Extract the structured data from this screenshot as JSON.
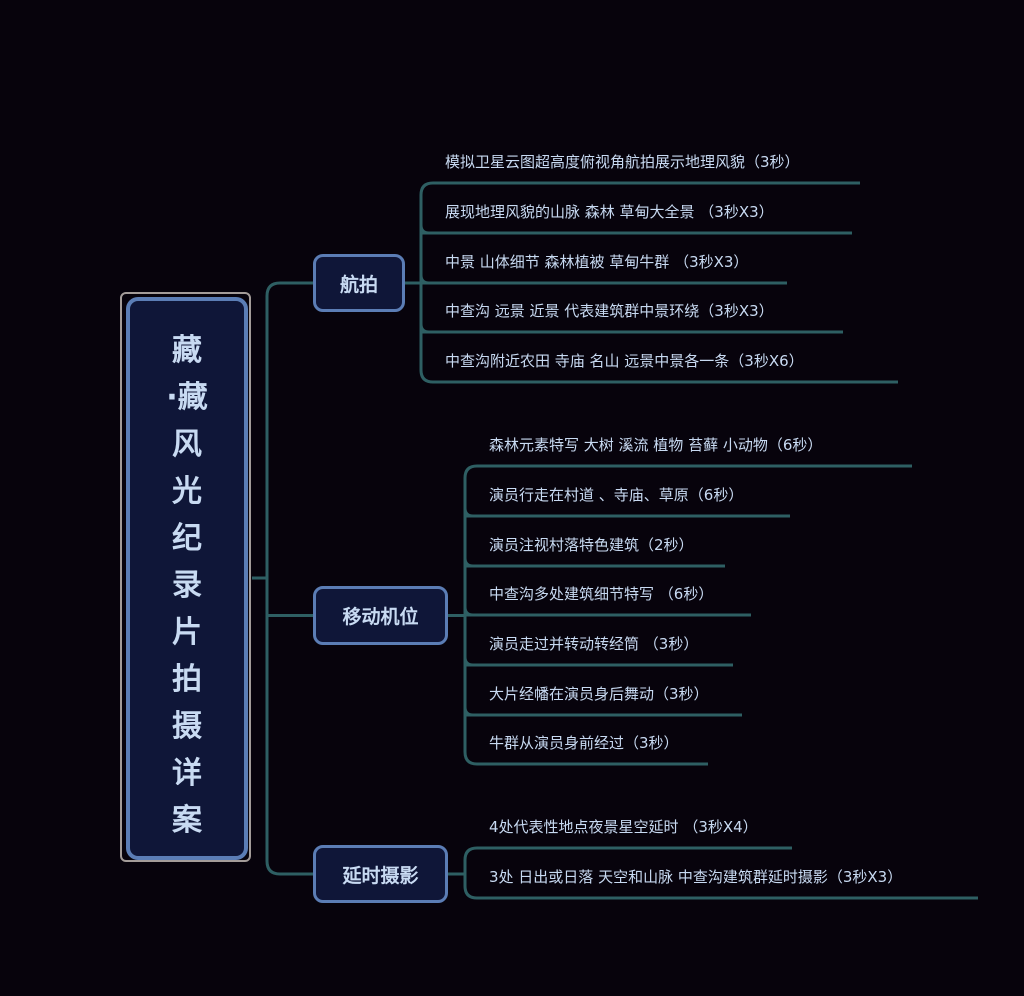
{
  "root": {
    "title_chars": [
      "藏",
      "·藏",
      "风",
      "光",
      "纪",
      "录",
      "片",
      "拍",
      "摄",
      "详",
      "案"
    ]
  },
  "branches": [
    {
      "label": "航拍",
      "items": [
        "模拟卫星云图超高度俯视角航拍展示地理风貌（3秒）",
        "展现地理风貌的山脉 森林 草甸大全景 （3秒X3）",
        "中景 山体细节 森林植被 草甸牛群 （3秒X3）",
        "中查沟 远景 近景 代表建筑群中景环绕（3秒X3）",
        "中查沟附近农田 寺庙 名山 远景中景各一条（3秒X6）"
      ]
    },
    {
      "label": "移动机位",
      "items": [
        "森林元素特写 大树 溪流 植物 苔藓 小动物（6秒）",
        "演员行走在村道 、寺庙、草原（6秒）",
        "演员注视村落特色建筑（2秒）",
        "中查沟多处建筑细节特写 （6秒）",
        "演员走过并转动转经筒  （3秒）",
        "大片经幡在演员身后舞动（3秒）",
        "牛群从演员身前经过（3秒）"
      ]
    },
    {
      "label": "延时摄影",
      "items": [
        "4处代表性地点夜景星空延时 （3秒X4）",
        "3处 日出或日落 天空和山脉 中查沟建筑群延时摄影（3秒X3）"
      ]
    }
  ],
  "colors": {
    "background": "#07030c",
    "line": "#2e5f63",
    "node_fill": "#0f1638",
    "node_border": "#5b7db5",
    "text": "#c8daf2"
  }
}
